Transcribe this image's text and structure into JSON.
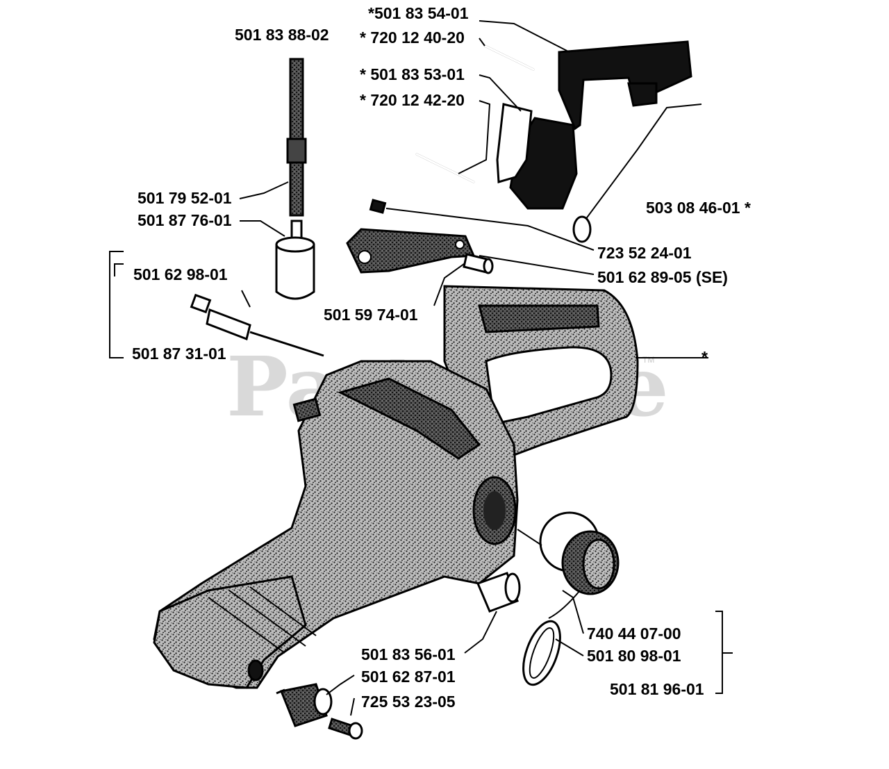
{
  "watermark": {
    "text": "PartsTree",
    "trademark": "TM"
  },
  "callouts": [
    {
      "id": "c1",
      "text": "*501 83 54-01"
    },
    {
      "id": "c2",
      "text": "*  720 12 40-20"
    },
    {
      "id": "c3",
      "text": "501 83 88-02"
    },
    {
      "id": "c4",
      "text": "*  501 83 53-01"
    },
    {
      "id": "c5",
      "text": "*  720 12 42-20"
    },
    {
      "id": "c6",
      "text": "501 79 52-01"
    },
    {
      "id": "c7",
      "text": "501 87 76-01"
    },
    {
      "id": "c8",
      "text": "503 08 46-01  *"
    },
    {
      "id": "c9",
      "text": "723 52 24-01"
    },
    {
      "id": "c10",
      "text": "501 62 98-01"
    },
    {
      "id": "c11",
      "text": "501 62 89-05 (SE)"
    },
    {
      "id": "c12",
      "text": "501 59 74-01"
    },
    {
      "id": "c13",
      "text": "501 87 31-01"
    },
    {
      "id": "c14",
      "text": "*"
    },
    {
      "id": "c15",
      "text": "740 44 07-00"
    },
    {
      "id": "c16",
      "text": "501 83 56-01"
    },
    {
      "id": "c17",
      "text": "501 80 98-01"
    },
    {
      "id": "c18",
      "text": "501 62 87-01"
    },
    {
      "id": "c19",
      "text": "501 81 96-01"
    },
    {
      "id": "c20",
      "text": "725 53 23-05"
    }
  ]
}
